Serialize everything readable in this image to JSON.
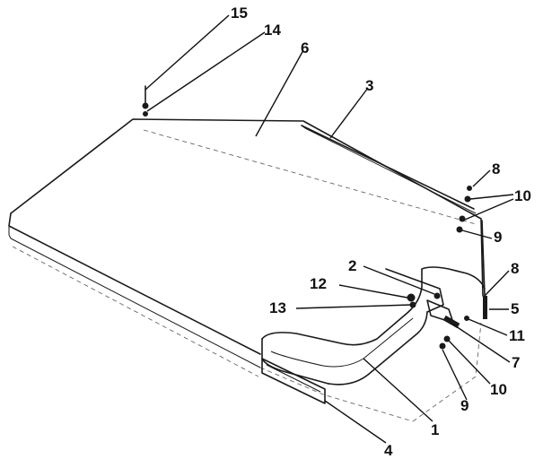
{
  "callouts": [
    {
      "id": "15",
      "label": "15"
    },
    {
      "id": "14",
      "label": "14"
    },
    {
      "id": "6",
      "label": "6"
    },
    {
      "id": "3",
      "label": "3"
    },
    {
      "id": "8a",
      "label": "8"
    },
    {
      "id": "10a",
      "label": "10"
    },
    {
      "id": "9a",
      "label": "9"
    },
    {
      "id": "2",
      "label": "2"
    },
    {
      "id": "8b",
      "label": "8"
    },
    {
      "id": "12",
      "label": "12"
    },
    {
      "id": "5",
      "label": "5"
    },
    {
      "id": "13",
      "label": "13"
    },
    {
      "id": "11",
      "label": "11"
    },
    {
      "id": "7",
      "label": "7"
    },
    {
      "id": "10b",
      "label": "10"
    },
    {
      "id": "9b",
      "label": "9"
    },
    {
      "id": "1",
      "label": "1"
    },
    {
      "id": "4",
      "label": "4"
    }
  ]
}
